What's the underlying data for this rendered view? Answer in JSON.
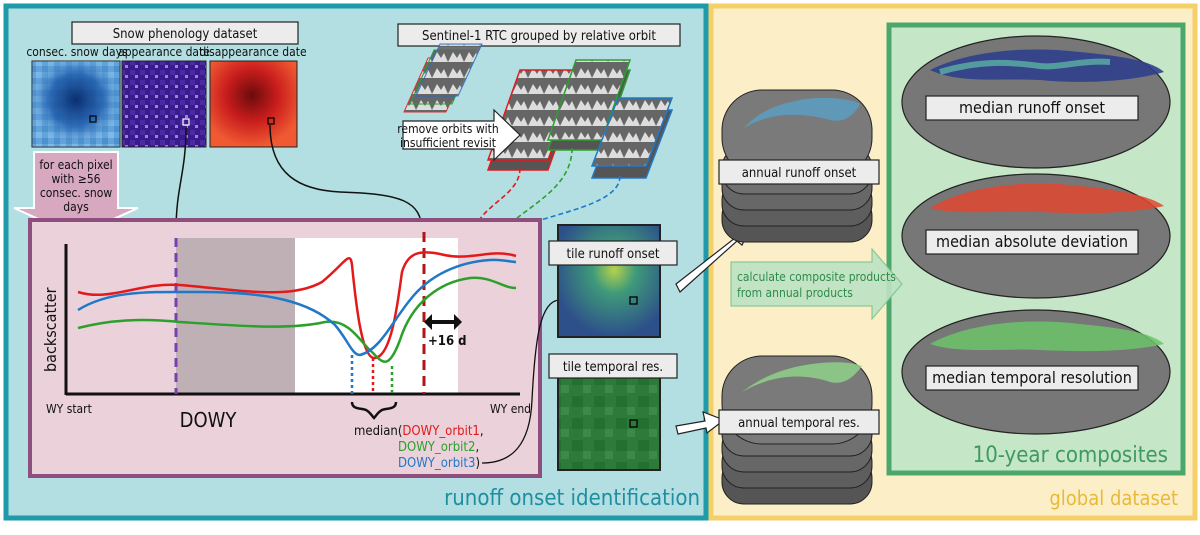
{
  "colors": {
    "left_panel": "#b3dfe3",
    "left_border": "#1e9aaa",
    "right_panel": "#fcefc8",
    "right_border": "#f5cf68",
    "comp_panel": "#c6e6c8",
    "comp_border": "#4ba86a",
    "plot_border": "#8f4f7e",
    "plot_bg": "#ead1da",
    "orbit1": "#e31a1c",
    "orbit2": "#2ca02c",
    "orbit3": "#1f78c8",
    "appearance_line": "#7b3fb0",
    "disappearance_line": "#b01616"
  },
  "snow": {
    "title": "Snow phenology dataset",
    "labels": [
      "consec. snow days",
      "appearance date",
      "disappearance date"
    ],
    "pixel_note": [
      "for each pixel",
      "with ≥56",
      "consec. snow",
      "days"
    ]
  },
  "sentinel": {
    "title": "Sentinel-1 RTC grouped by relative orbit",
    "remove_note": [
      "remove orbits with",
      "insufficient revisit"
    ]
  },
  "plot": {
    "ylabel": "backscatter",
    "wy_start": "WY start",
    "wy_end": "WY end",
    "xlabel": "DOWY",
    "offset": "+16 d",
    "median_prefix": "median(",
    "orbit1": "DOWY_orbit1",
    "orbit2": "DOWY_orbit2",
    "orbit3": "DOWY_orbit3",
    "comma": ",",
    "close": ")"
  },
  "tiles": {
    "runoff": "tile runoff onset",
    "temporal": "tile temporal res."
  },
  "annual": {
    "runoff": "annual runoff onset",
    "temporal": "annual temporal res."
  },
  "calc_note": [
    "calculate composite products",
    "from annual products"
  ],
  "composites": {
    "median_runoff": "median runoff onset",
    "mad": "median absolute deviation",
    "median_temporal": "median temporal resolution",
    "footer": "10-year composites"
  },
  "footers": {
    "left": "runoff onset identification",
    "right": "global dataset"
  }
}
